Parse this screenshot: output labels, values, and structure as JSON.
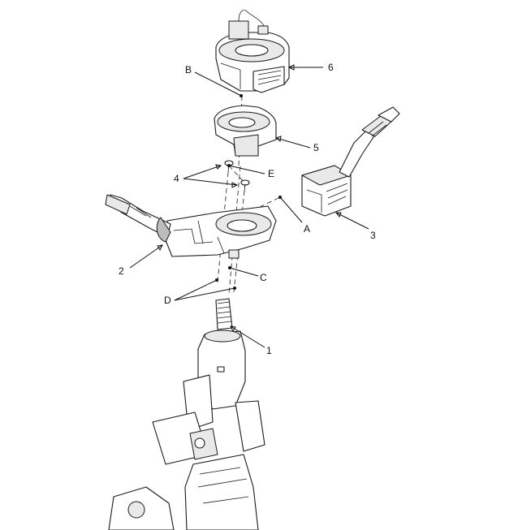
{
  "callouts": {
    "n1": "1",
    "n2": "2",
    "n3": "3",
    "n4": "4",
    "n5": "5",
    "n6": "6",
    "A": "A",
    "B": "B",
    "C": "C",
    "D": "D",
    "E": "E"
  },
  "colors": {
    "line": "#1a1a1a",
    "shade": "#e9e9e9",
    "dark_shade": "#bdbdbd",
    "background": "#ffffff"
  }
}
